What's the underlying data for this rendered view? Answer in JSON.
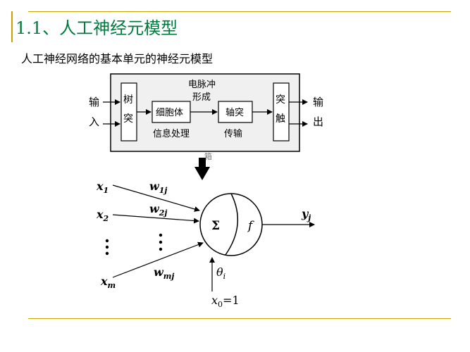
{
  "title": "1.1、人工神经元模型",
  "subtitle": "人工神经网络的基本单元的神经元模型",
  "bio": {
    "input_chars": [
      "输",
      "入"
    ],
    "output_chars": [
      "输",
      "出"
    ],
    "dendrite_chars": [
      "树",
      "突"
    ],
    "synapse_chars": [
      "突",
      "触"
    ],
    "cell_body": "细胞体",
    "axon": "轴突",
    "impulse_line1": "电脉冲",
    "impulse_line2": "形成",
    "info_processing": "信息处理",
    "transmission": "传输",
    "partial_caption": "箱"
  },
  "neuron": {
    "inputs": [
      {
        "x": "x",
        "xsub": "1",
        "w": "w",
        "wsub": "1j"
      },
      {
        "x": "x",
        "xsub": "2",
        "w": "w",
        "wsub": "2j"
      },
      {
        "x": "x",
        "xsub": "m",
        "w": "w",
        "wsub": "mj"
      }
    ],
    "sum_symbol": "Σ",
    "activation": "f",
    "output": "y",
    "output_sub": "j",
    "threshold": "θ",
    "threshold_sub": "i",
    "bias_input": "x",
    "bias_input_sub": "0",
    "bias_value": "=1"
  },
  "colors": {
    "title": "#007a3d",
    "rule": "#c8a000"
  }
}
